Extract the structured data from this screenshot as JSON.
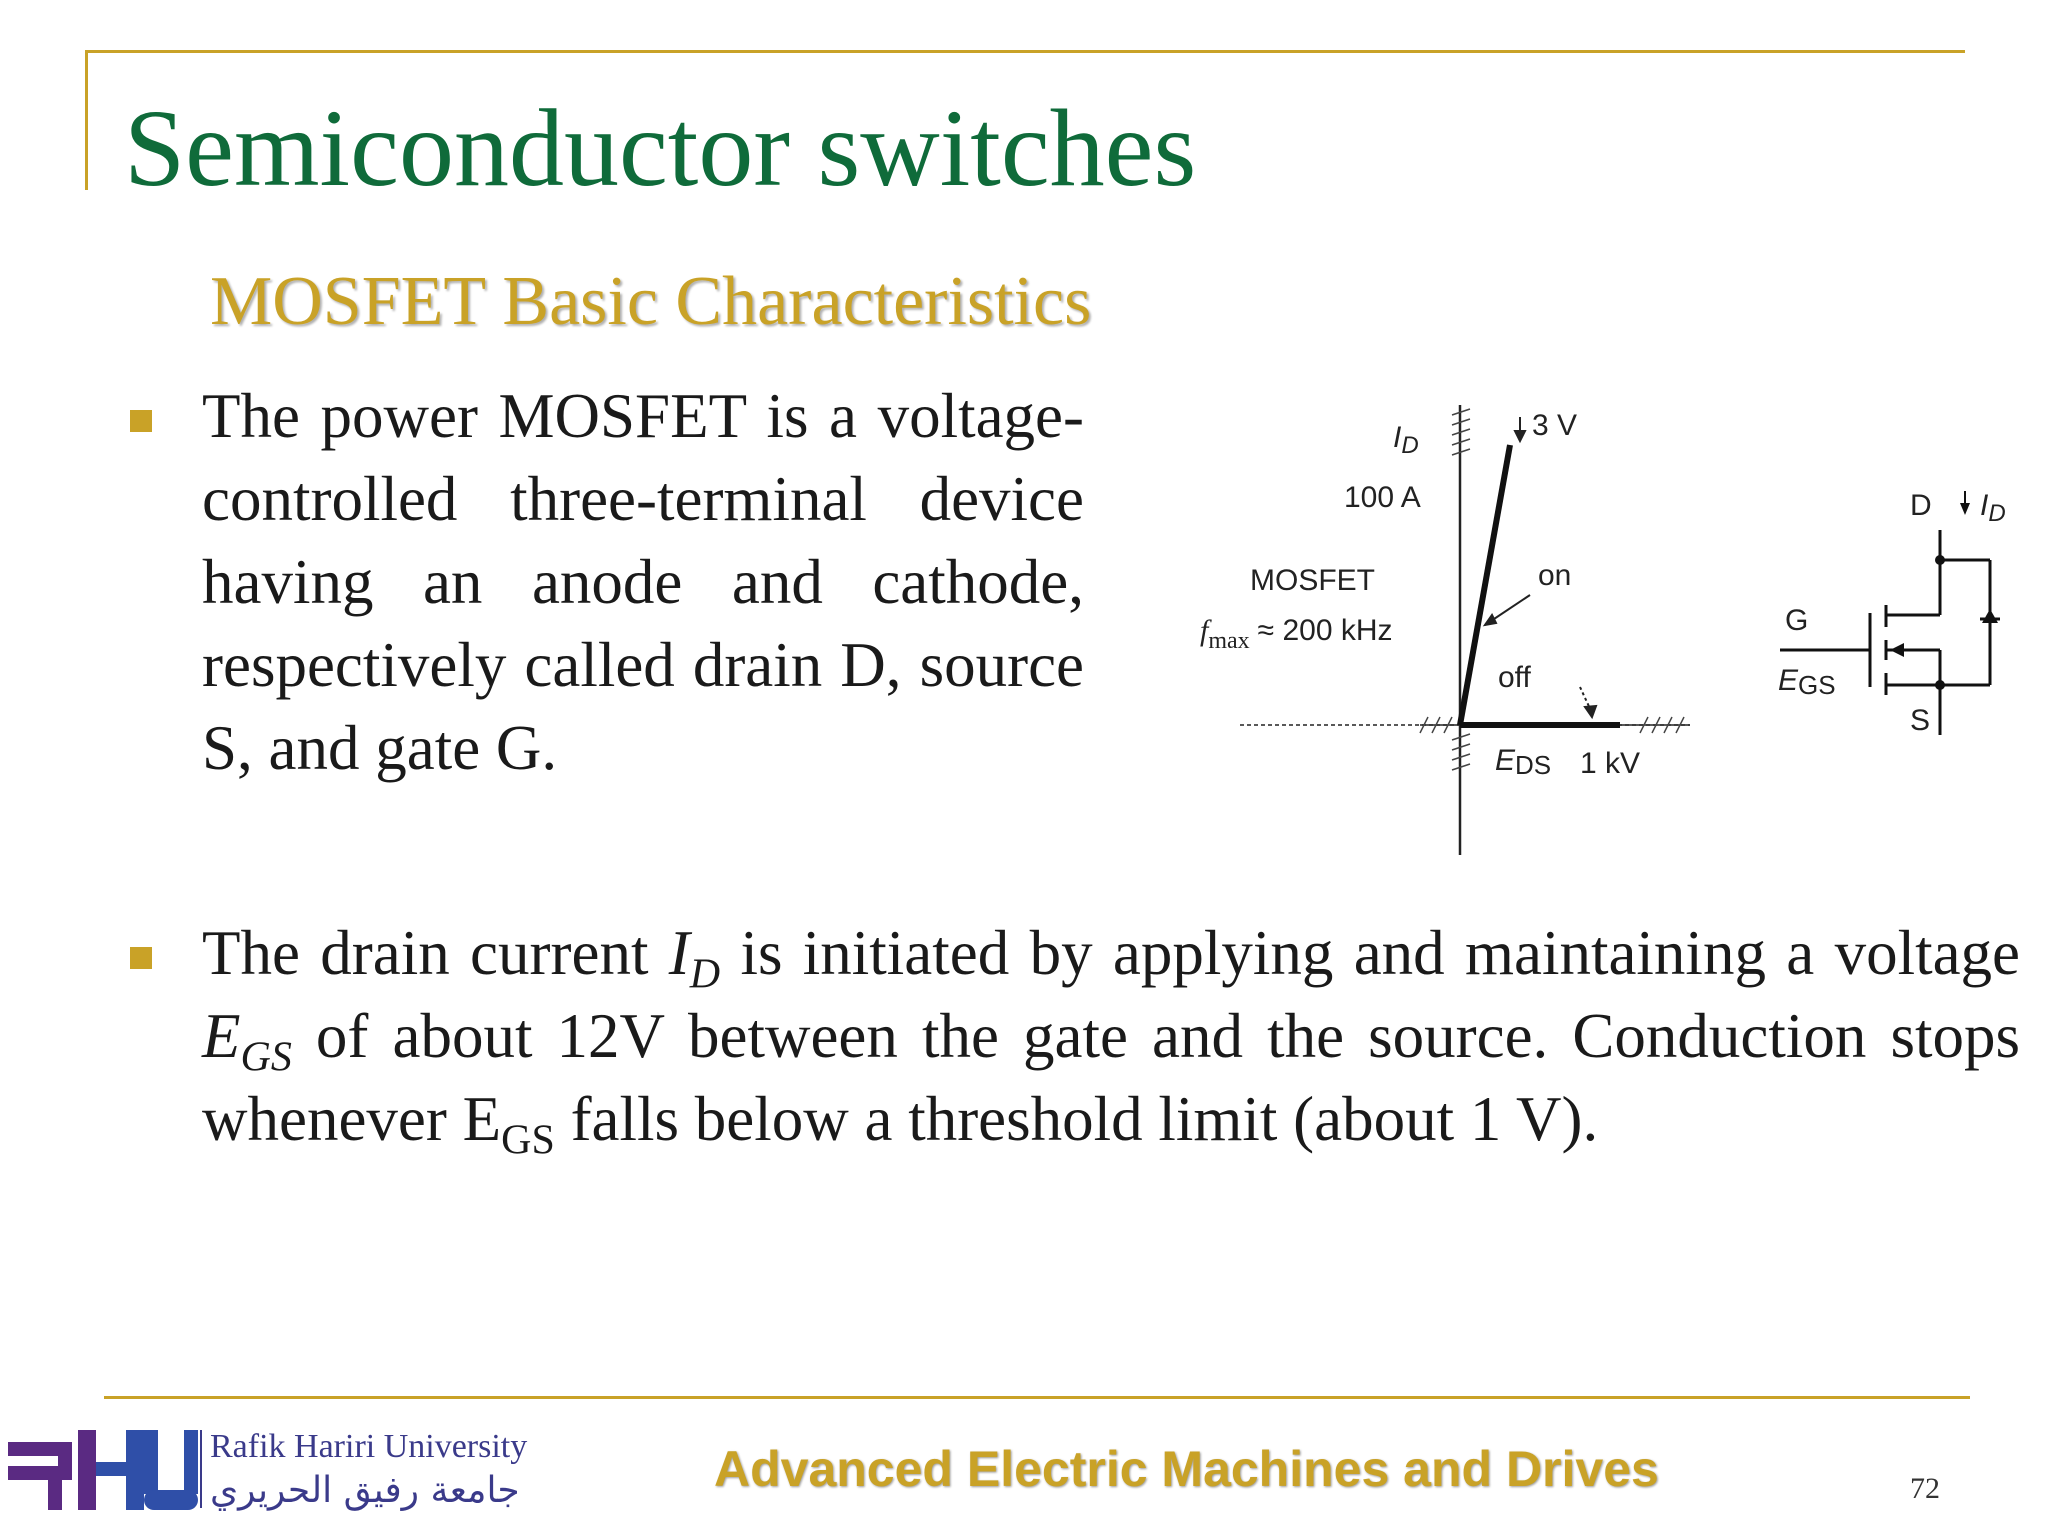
{
  "slide": {
    "title": "Semiconductor switches",
    "subtitle": "MOSFET Basic Characteristics",
    "page_number": "72"
  },
  "bullets": [
    {
      "text": "The power MOSFET is a voltage-controlled three-terminal device having an anode and cathode, respectively called drain D, source S, and gate G."
    },
    {
      "parts": {
        "a": "The drain current ",
        "i_main": "I",
        "i_sub": "D",
        "b": " is initiated by applying and maintaining a voltage ",
        "e_main": "E",
        "e_sub": "GS",
        "c": " of about 12V between the gate and the source. Conduction stops whenever E",
        "e2_sub": "GS",
        "d": " falls below a threshold limit (about 1 V)."
      }
    }
  ],
  "diagram": {
    "id_label": "I",
    "id_sub": "D",
    "gate_voltage": "3 V",
    "current_rating": "100 A",
    "device_name": "MOSFET",
    "fmax_f": "f",
    "fmax_sub": "max",
    "fmax_value": "≈ 200 kHz",
    "on_label": "on",
    "off_label": "off",
    "eds_main": "E",
    "eds_sub": "DS",
    "voltage_rating": "1 kV",
    "sym_drain": "D",
    "sym_gate": "G",
    "sym_source": "S",
    "sym_egs_main": "E",
    "sym_egs_sub": "GS",
    "sym_id_main": "I",
    "sym_id_sub": "D"
  },
  "footer": {
    "university_en": "Rafik Hariri University",
    "university_ar": "جامعة رفيق الحريري",
    "course": "Advanced Electric Machines and Drives"
  },
  "colors": {
    "title_green": "#0f6b3a",
    "accent_gold": "#c9a227",
    "logo_purple": "#5a2a82",
    "logo_blue": "#2f4fa8"
  }
}
